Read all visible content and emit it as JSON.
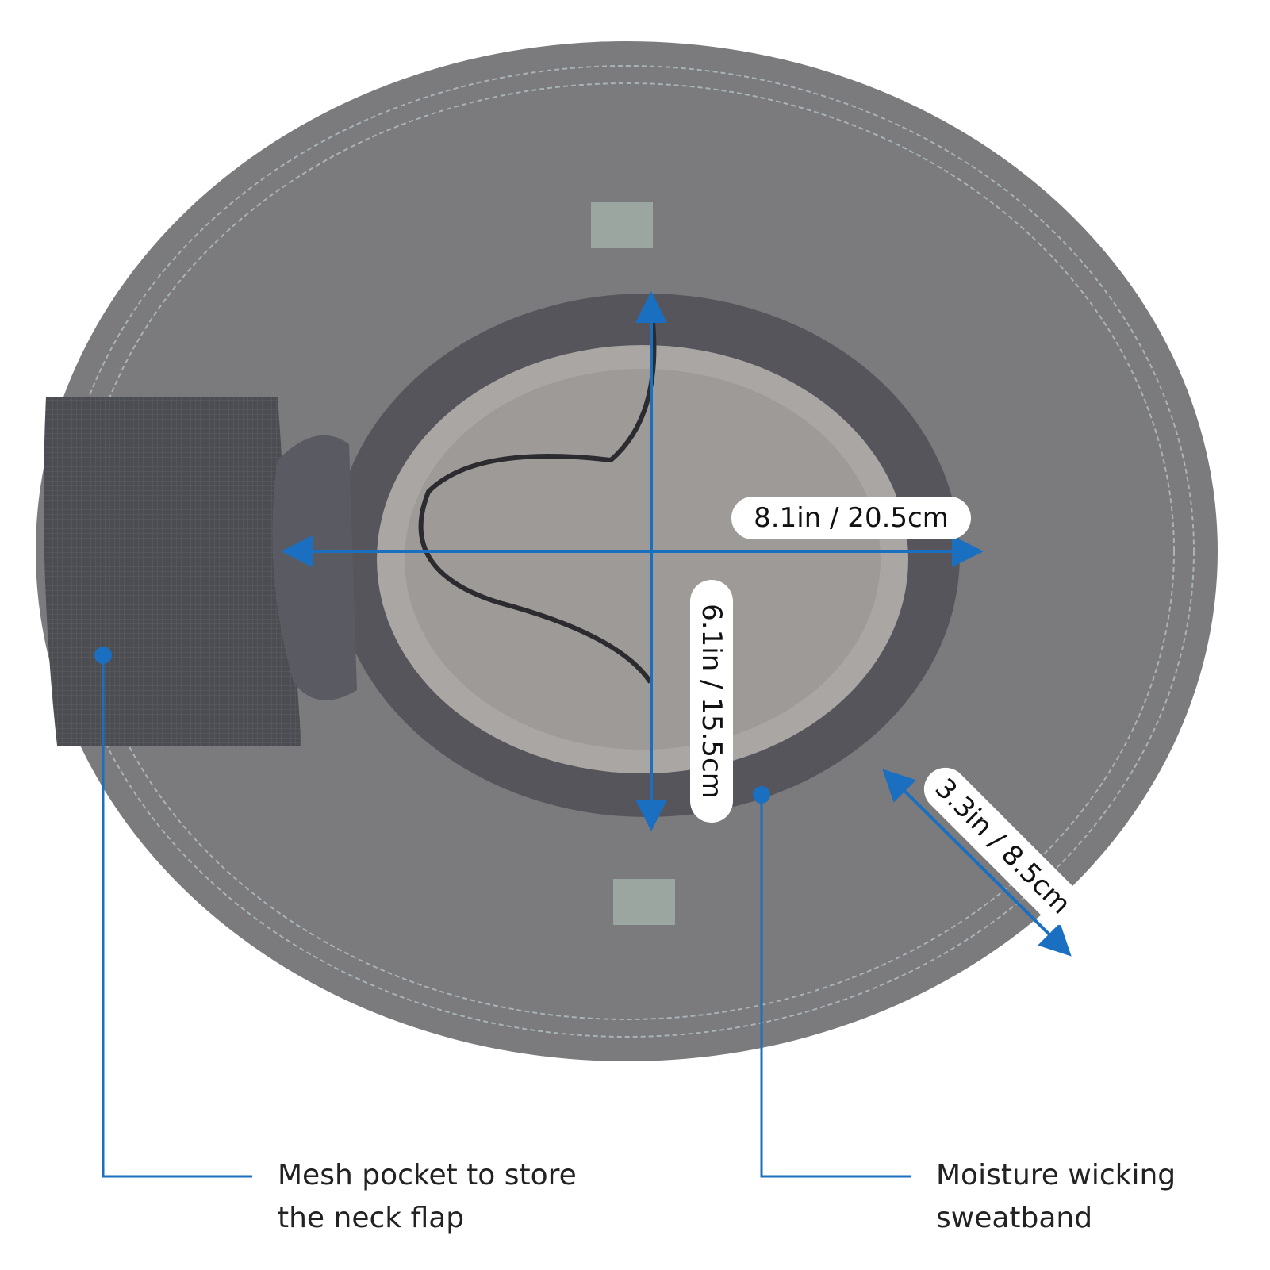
{
  "measurements": {
    "width": "8.1in / 20.5cm",
    "depth": "6.1in / 15.5cm",
    "brim": "3.3in / 8.5cm"
  },
  "callouts": {
    "mesh_pocket": {
      "line1": "Mesh pocket to store",
      "line2": "the neck flap"
    },
    "sweatband": {
      "line1": "Moisture wicking",
      "line2": "sweatband"
    }
  },
  "colors": {
    "accent": "#1a6fc0",
    "brim": "#7b7a7c",
    "sweatband": "#55555b"
  }
}
